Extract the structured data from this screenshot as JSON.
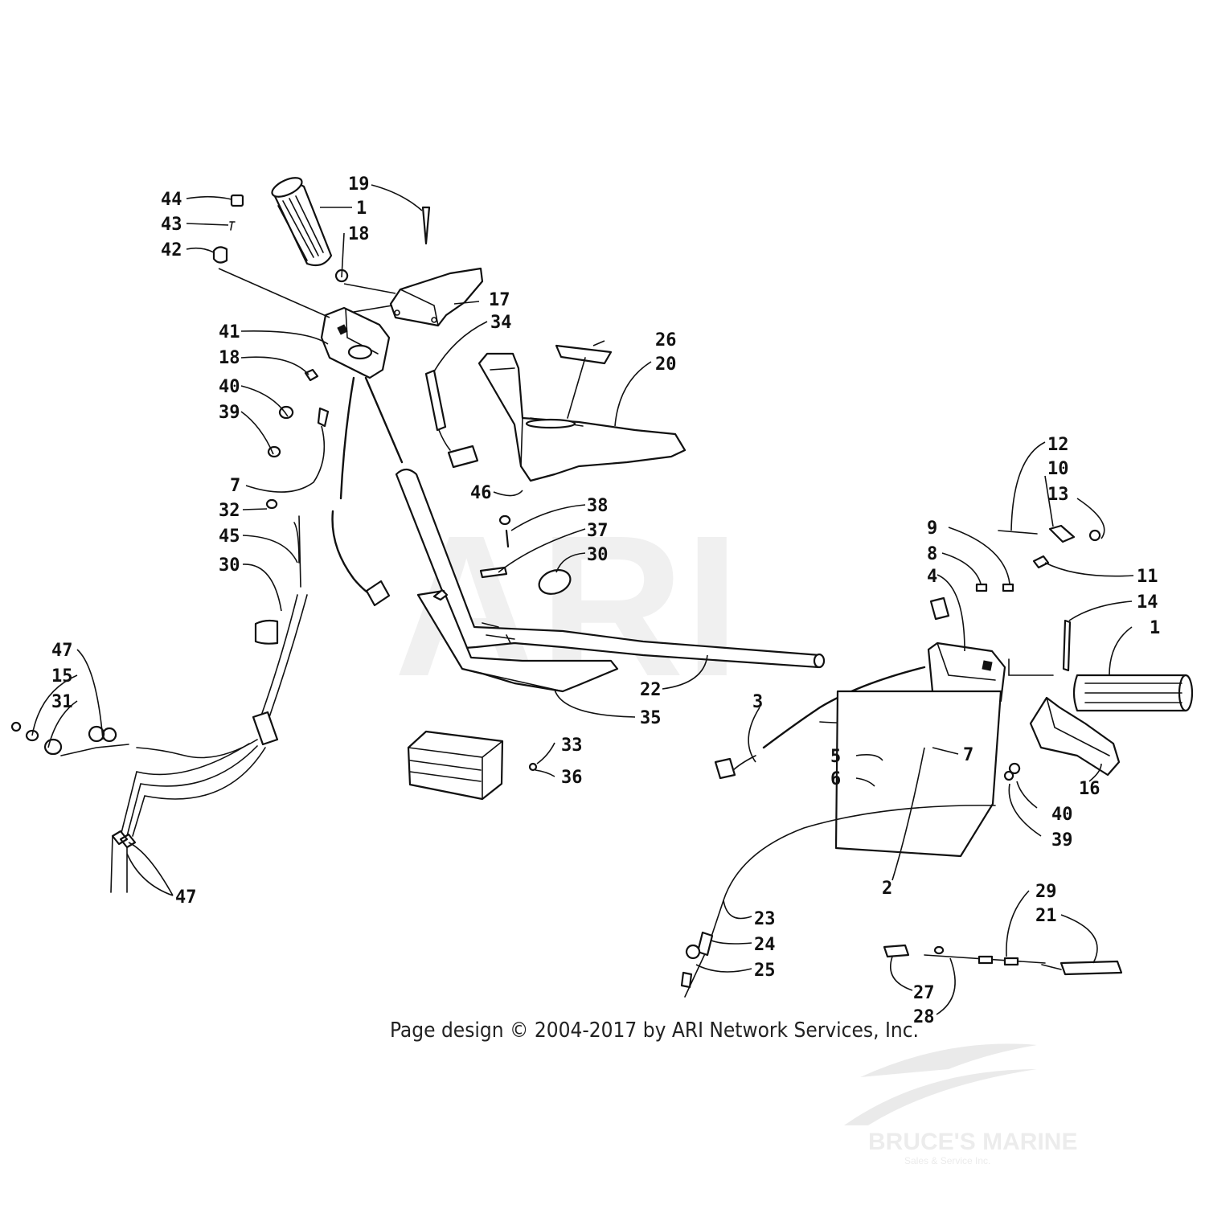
{
  "watermark": {
    "main": "ARI",
    "dealer": "BRUCE'S MARINE",
    "dealer_tagline": "Sales & Service Inc."
  },
  "copyright": "Page design © 2004-2017 by ARI Network Services, Inc.",
  "callouts": {
    "c44": "44",
    "c43": "43",
    "c42": "42",
    "c1a": "1",
    "c18a": "18",
    "c19": "19",
    "c41": "41",
    "c18b": "18",
    "c40a": "40",
    "c39a": "39",
    "c7a": "7",
    "c17": "17",
    "c34": "34",
    "c26": "26",
    "c20": "20",
    "c46": "46",
    "c32": "32",
    "c45": "45",
    "c30a": "30",
    "c47a": "47",
    "c15": "15",
    "c31": "31",
    "c47b": "47",
    "c38": "38",
    "c37": "37",
    "c30b": "30",
    "c22": "22",
    "c35": "35",
    "c33": "33",
    "c36": "36",
    "c12": "12",
    "c10": "10",
    "c13": "13",
    "c9": "9",
    "c8": "8",
    "c4": "4",
    "c11": "11",
    "c14": "14",
    "c1b": "1",
    "c3": "3",
    "c5": "5",
    "c6": "6",
    "c7b": "7",
    "c16": "16",
    "c40b": "40",
    "c39b": "39",
    "c2": "2",
    "c23": "23",
    "c24": "24",
    "c25": "25",
    "c29": "29",
    "c21": "21",
    "c27": "27",
    "c28": "28"
  }
}
